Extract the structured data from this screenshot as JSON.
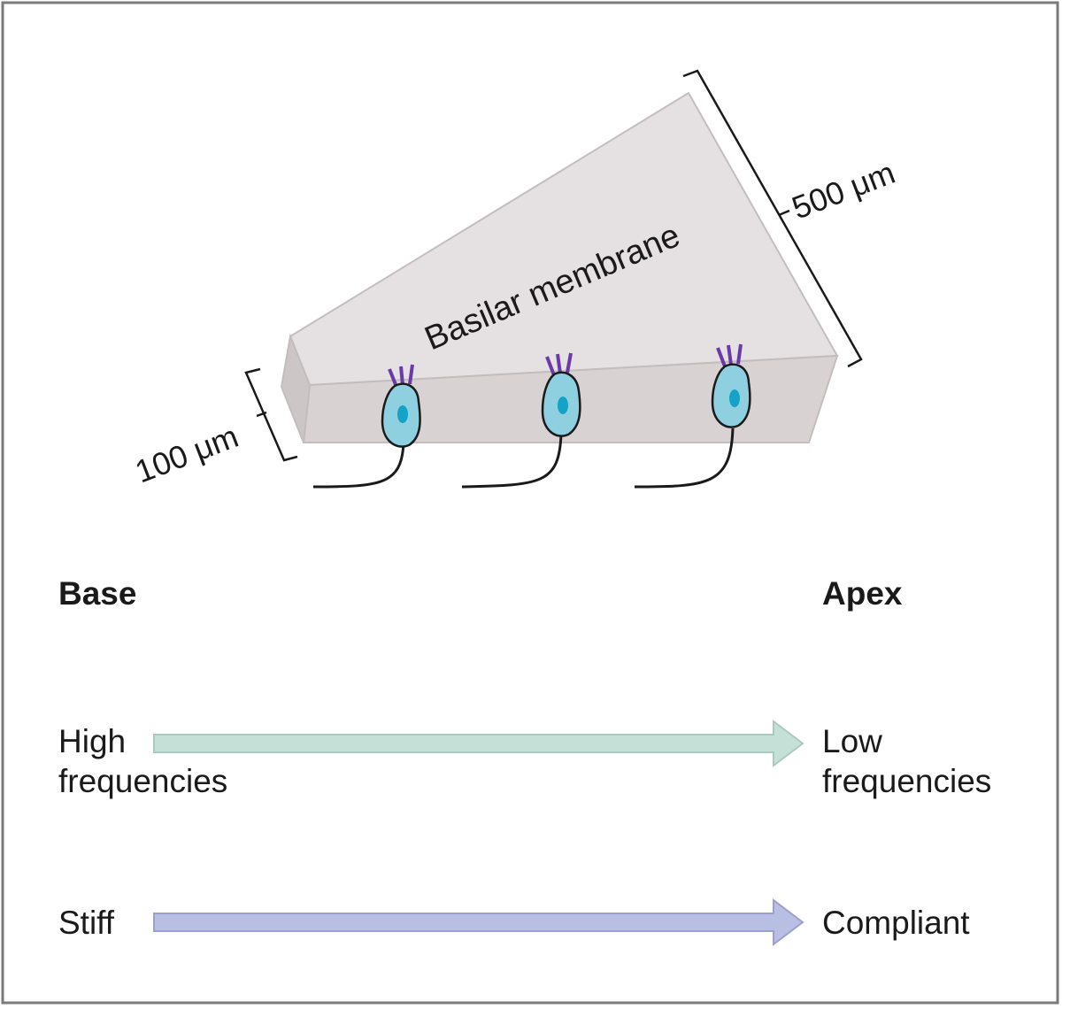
{
  "diagram": {
    "membrane_label": "Basilar membrane",
    "width_base_label": "100 μm",
    "width_apex_label": "500 μm",
    "base_label": "Base",
    "apex_label": "Apex",
    "frequency_row": {
      "start_line1": "High",
      "start_line2": "frequencies",
      "end_line1": "Low",
      "end_line2": "frequencies",
      "arrow_color": "#c5e0d7"
    },
    "stiffness_row": {
      "start": "Stiff",
      "end": "Compliant",
      "arrow_color": "#b9bfe3"
    },
    "colors": {
      "membrane_top": "#e5e0e1",
      "membrane_front": "#d8d2d3",
      "membrane_edge": "#c4bdbe",
      "hair_cell_body": "#8fd0e0",
      "hair_cell_nucleus": "#14a3c7",
      "stereocilia": "#6a3aa8",
      "frame": "#7a7a7a"
    },
    "hair_cells": [
      "hair-cell-base",
      "hair-cell-middle",
      "hair-cell-apex"
    ]
  }
}
